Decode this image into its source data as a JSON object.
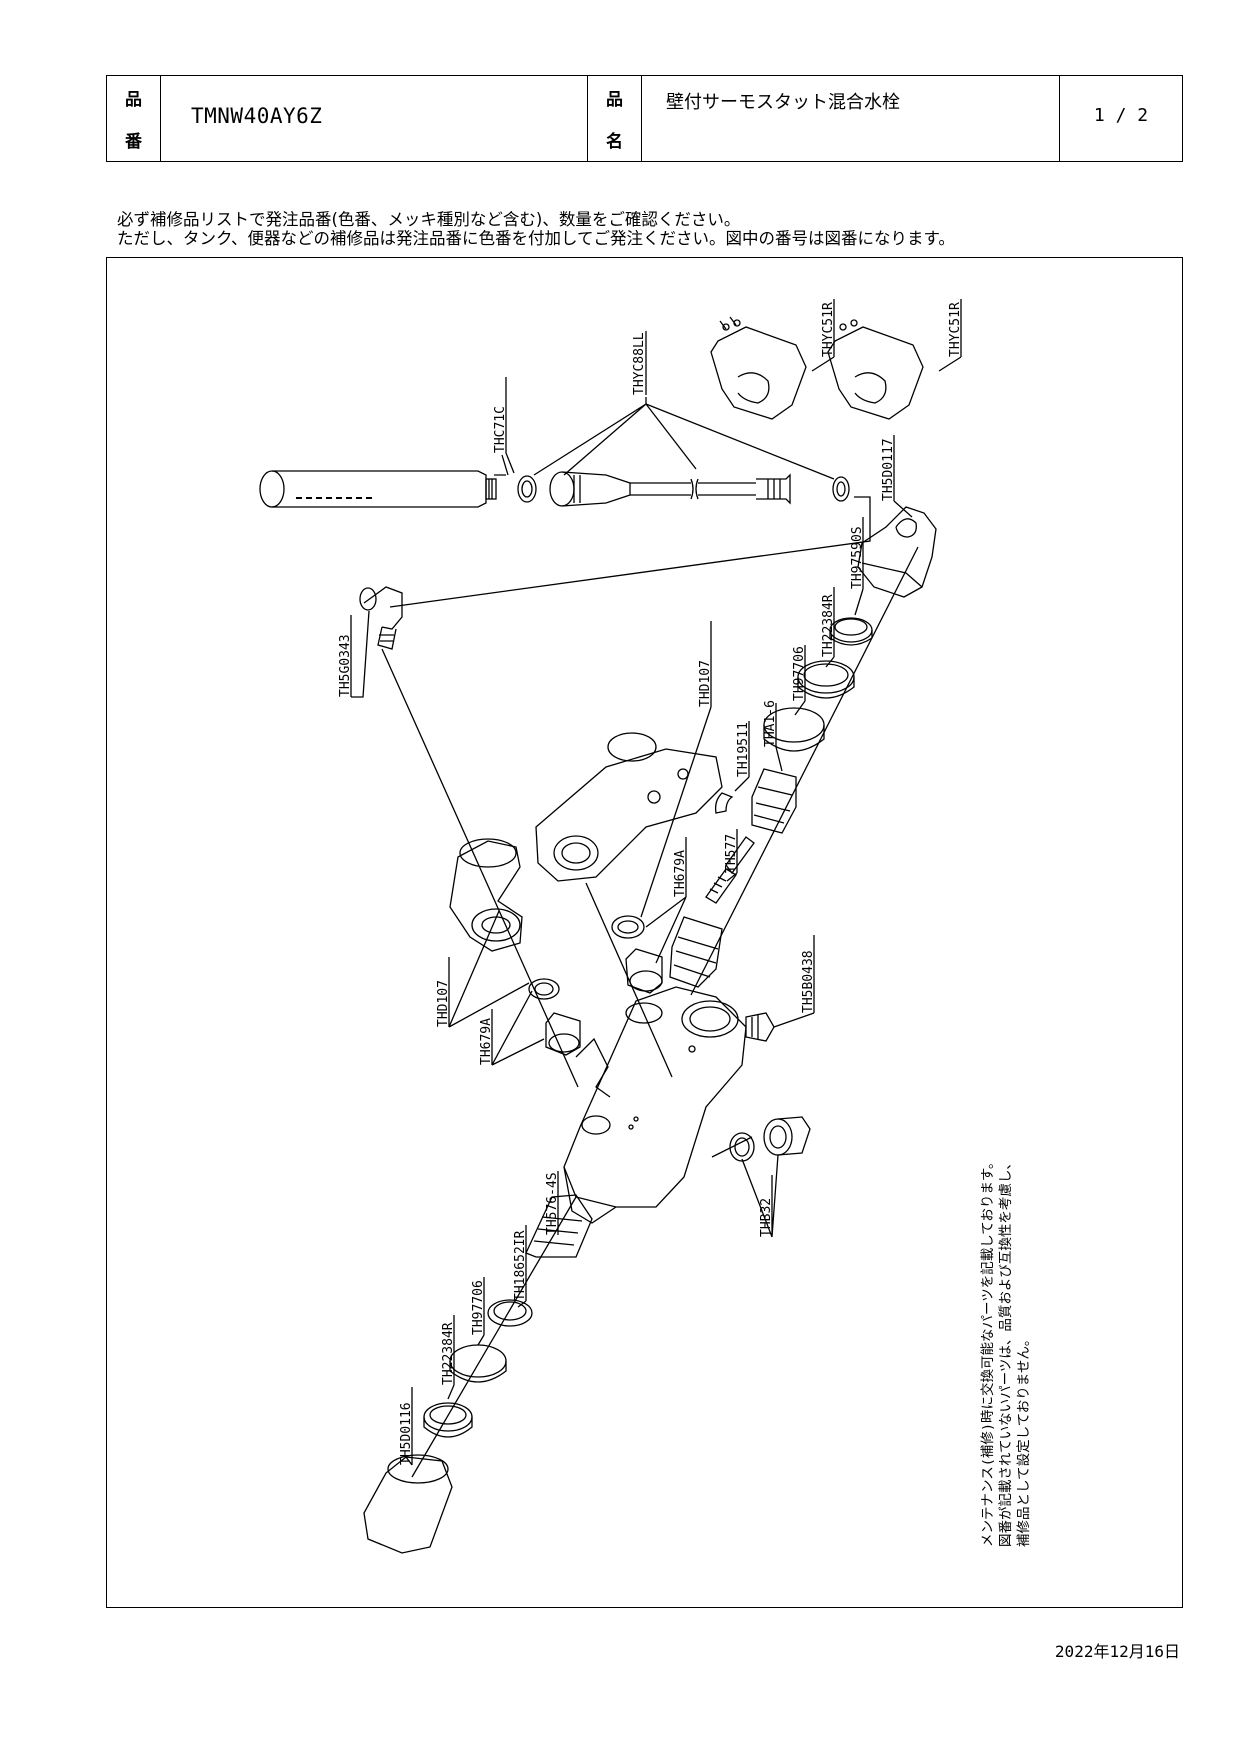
{
  "header": {
    "hinban_label_1": "品",
    "hinban_label_2": "番",
    "product_code": "TMNW40AY6Z",
    "hinmei_label_1": "品",
    "hinmei_label_2": "名",
    "product_name": "壁付サーモスタット混合水栓",
    "page": "1 / 2"
  },
  "notice": {
    "line1": "必ず補修品リストで発注品番(色番、メッキ種別など含む)、数量をご確認ください。",
    "line2": "ただし、タンク、便器などの補修品は発注品番に色番を付加してご発注ください。図中の番号は図番になります。"
  },
  "parts": {
    "thc71c": "THC71C",
    "thyc88ll": "THYC88LL",
    "thyc51r_a": "THYC51R",
    "thyc51r_b": "THYC51R",
    "th5d0117": "TH5D0117",
    "th97590s": "TH97590S",
    "th22384r_top": "TH22384R",
    "th97706_top": "TH97706",
    "tha1_6": "THA1-6",
    "th19511": "TH19511",
    "th5g0343": "TH5G0343",
    "thd107_top": "THD107",
    "th679a_top": "TH679A",
    "th577": "TH577",
    "th5b0438": "TH5B0438",
    "thd107_left": "THD107",
    "th679a_left": "TH679A",
    "th576_4s": "TH576-4S",
    "th32": "THB32",
    "th18652ir": "TH18652IR",
    "th97706_bottom": "TH97706",
    "th22384r_bottom": "TH22384R",
    "th5d0116": "TH5D0116"
  },
  "maintenance_note": {
    "line1": "メンテナンス(補修)時に交換可能なパーツを記載しております。",
    "line2": "図番が記載されていないパーツは、品質および互換性を考慮し、",
    "line3": "補修品として設定しておりません。"
  },
  "date": "2022年12月16日"
}
